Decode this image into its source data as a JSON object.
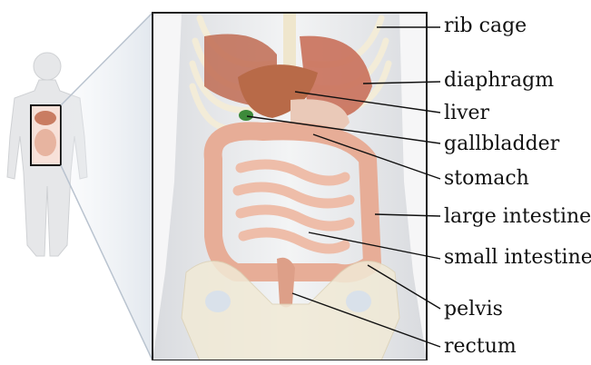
{
  "figure": {
    "labels": [
      {
        "id": "rib-cage",
        "text": "rib cage"
      },
      {
        "id": "diaphragm",
        "text": "diaphragm"
      },
      {
        "id": "liver",
        "text": "liver"
      },
      {
        "id": "gallbladder",
        "text": "gallbladder"
      },
      {
        "id": "stomach",
        "text": "stomach"
      },
      {
        "id": "large-intestine",
        "text": "large intestine"
      },
      {
        "id": "small-intestine",
        "text": "small intestine"
      },
      {
        "id": "pelvis",
        "text": "pelvis"
      },
      {
        "id": "rectum",
        "text": "rectum"
      }
    ],
    "colors": {
      "skin": "#e9eaec",
      "outline": "#222222",
      "callout": "#b9c3cf",
      "bone": "#f1ead6",
      "muscle": "#c9705a",
      "liver": "#b86a48",
      "intestine": "#e9b7a3",
      "gallbladder": "#3d8a3a"
    }
  }
}
